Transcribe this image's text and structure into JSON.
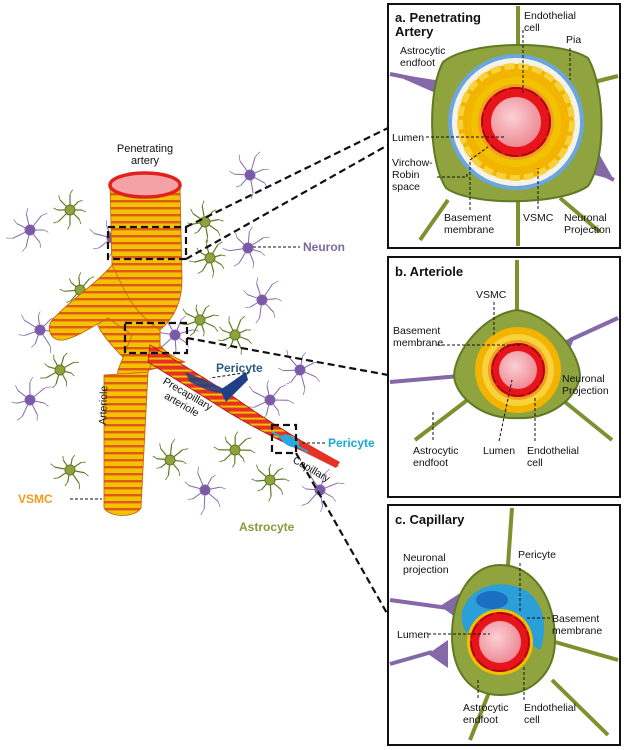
{
  "main": {
    "penetrating_artery": "Penetrating\nartery",
    "neuron": "Neuron",
    "pericyte_dark": "Pericyte",
    "pericyte_light": "Pericyte",
    "arteriole": "Arteriole",
    "precapillary": "Precapillary\narteriole",
    "capillary": "Capillary",
    "vsmc": "VSMC",
    "astrocyte": "Astrocyte"
  },
  "panel_a": {
    "title": "a. Penetrating\nArtery",
    "endothelial_cell": "Endothelial\ncell",
    "pia": "Pia",
    "astrocytic_endfoot": "Astrocytic\nendfoot",
    "lumen": "Lumen",
    "virchow": "Virchow-\nRobin\nspace",
    "basement_membrane": "Basement\nmembrane",
    "vsmc": "VSMC",
    "neuronal_projection": "Neuronal\nProjection"
  },
  "panel_b": {
    "title": "b. Arteriole",
    "vsmc": "VSMC",
    "basement_membrane": "Basement\nmembrane",
    "neuronal_projection": "Neuronal\nProjection",
    "astrocytic_endfoot": "Astrocytic\nendfoot",
    "lumen": "Lumen",
    "endothelial_cell": "Endothelial\ncell"
  },
  "panel_c": {
    "title": "c. Capillary",
    "neuronal_projection": "Neuronal\nprojection",
    "pericyte": "Pericyte",
    "basement_membrane": "Basement\nmembrane",
    "lumen": "Lumen",
    "astrocytic_endfoot": "Astrocytic\nendfoot",
    "endothelial_cell": "Endothelial\ncell"
  },
  "colors": {
    "vessel_yellow": "#f2c200",
    "vessel_red": "#e53222",
    "endothelium": "#e8141c",
    "lumen": "#f4a0a8",
    "astrocyte_green": "#8ea33e",
    "astrocyte_dark": "#5f7a23",
    "neuron_purple": "#8468a8",
    "pericyte_blue": "#2a9fd8",
    "pia_blue": "#6aa6e0",
    "vsmc_orange": "#f29a1d",
    "pericyte_label_dark": "#2c5a86",
    "pericyte_label_light": "#1aa8d6",
    "neuron_label": "#7b6aa0",
    "astrocyte_label": "#8a9a3c"
  }
}
